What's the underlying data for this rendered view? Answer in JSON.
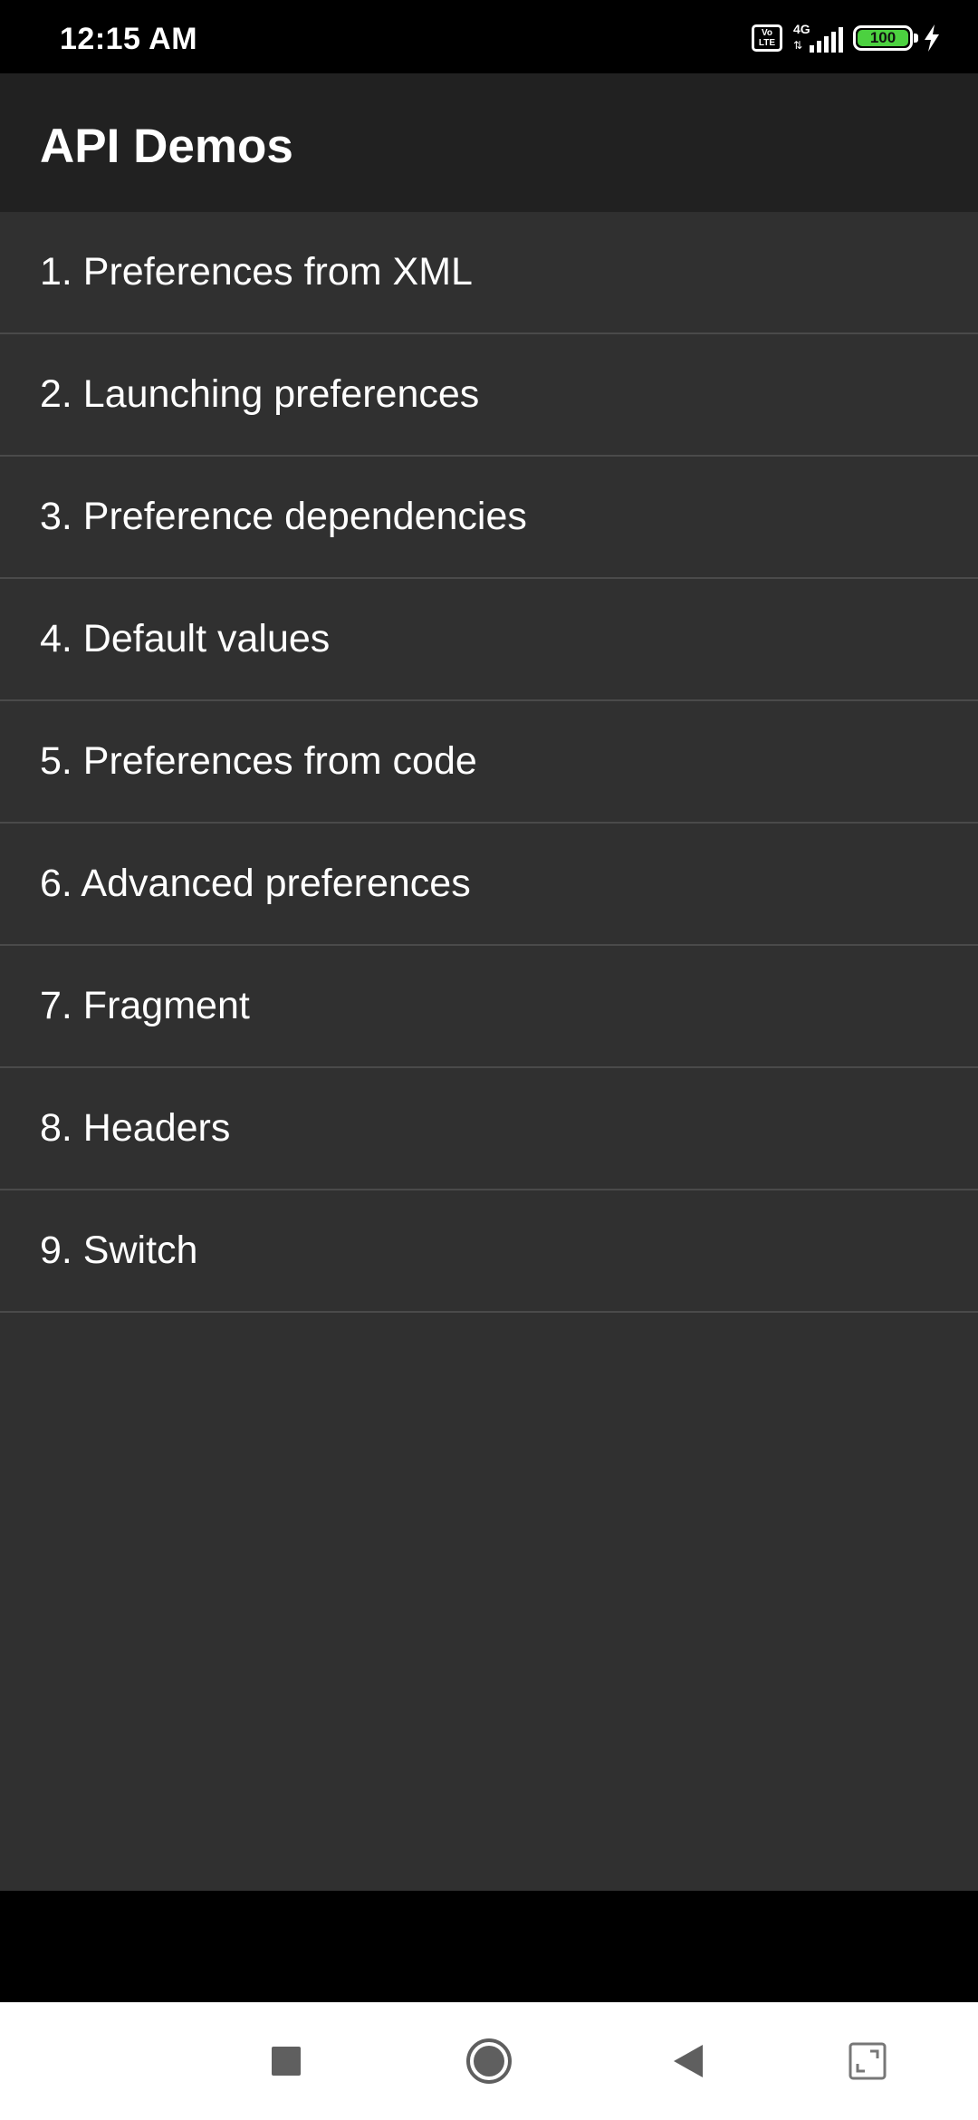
{
  "status_bar": {
    "time": "12:15 AM",
    "volte_label": "Vo LTE",
    "network_label": "4G",
    "battery_level": "100",
    "icons": [
      "volte-icon",
      "signal-4g-icon",
      "battery-icon",
      "charging-bolt-icon"
    ]
  },
  "app_bar": {
    "title": "API Demos"
  },
  "list": {
    "items": [
      {
        "label": "1. Preferences from XML"
      },
      {
        "label": "2. Launching preferences"
      },
      {
        "label": "3. Preference dependencies"
      },
      {
        "label": "4. Default values"
      },
      {
        "label": "5. Preferences from code"
      },
      {
        "label": "6. Advanced preferences"
      },
      {
        "label": "7. Fragment"
      },
      {
        "label": "8. Headers"
      },
      {
        "label": "9. Switch"
      }
    ]
  },
  "nav_bar": {
    "icons": [
      "recents-square-icon",
      "home-circle-icon",
      "back-triangle-icon",
      "rotate-screen-icon"
    ]
  },
  "colors": {
    "status_bar_bg": "#000000",
    "app_bar_bg": "#212121",
    "list_bg": "#303030",
    "divider": "#4a4a4a",
    "text": "#ffffff",
    "battery_fill": "#4cd140",
    "nav_bar_bg": "#ffffff",
    "nav_icon": "#5f5f5f"
  }
}
